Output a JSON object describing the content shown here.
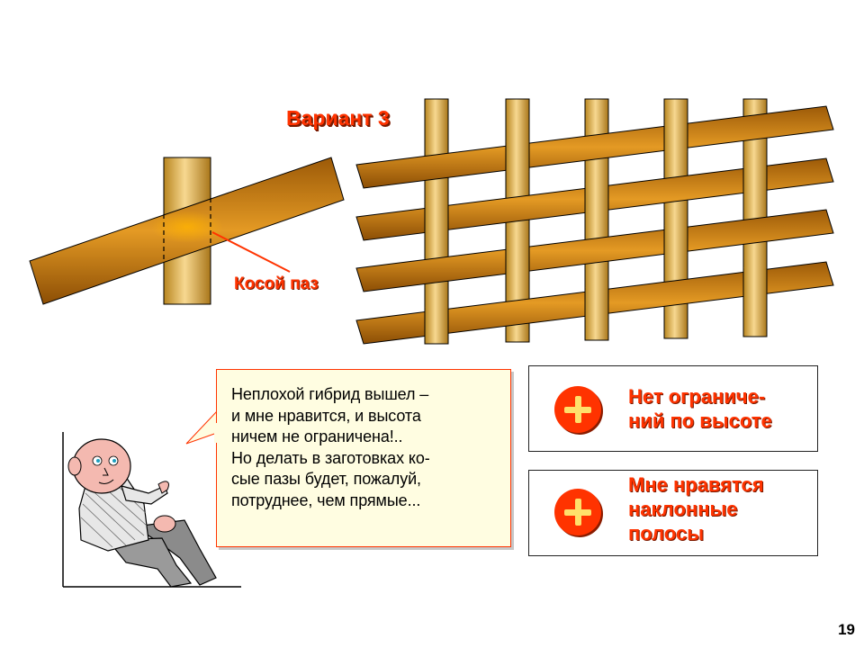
{
  "title": "Вариант 3",
  "slot_label": "Косой паз",
  "speech": "Неплохой гибрид вышел –\nи мне нравится, и высота\nничем не ограничена!..\nНо делать в заготовках ко-\nсые пазы будет, пожалуй,\nпотруднее, чем прямые...",
  "pros": [
    {
      "text": "Нет ограниче-\nний по высоте"
    },
    {
      "text": "Мне нравятся\nнаклонные\nполосы"
    }
  ],
  "page_number": "19",
  "colors": {
    "accent": "#ff3300",
    "wood": "#c87a14",
    "post": "#d9a93c",
    "bubble": "#fffde1"
  },
  "icons": [
    "plus-icon",
    "person-figure"
  ]
}
